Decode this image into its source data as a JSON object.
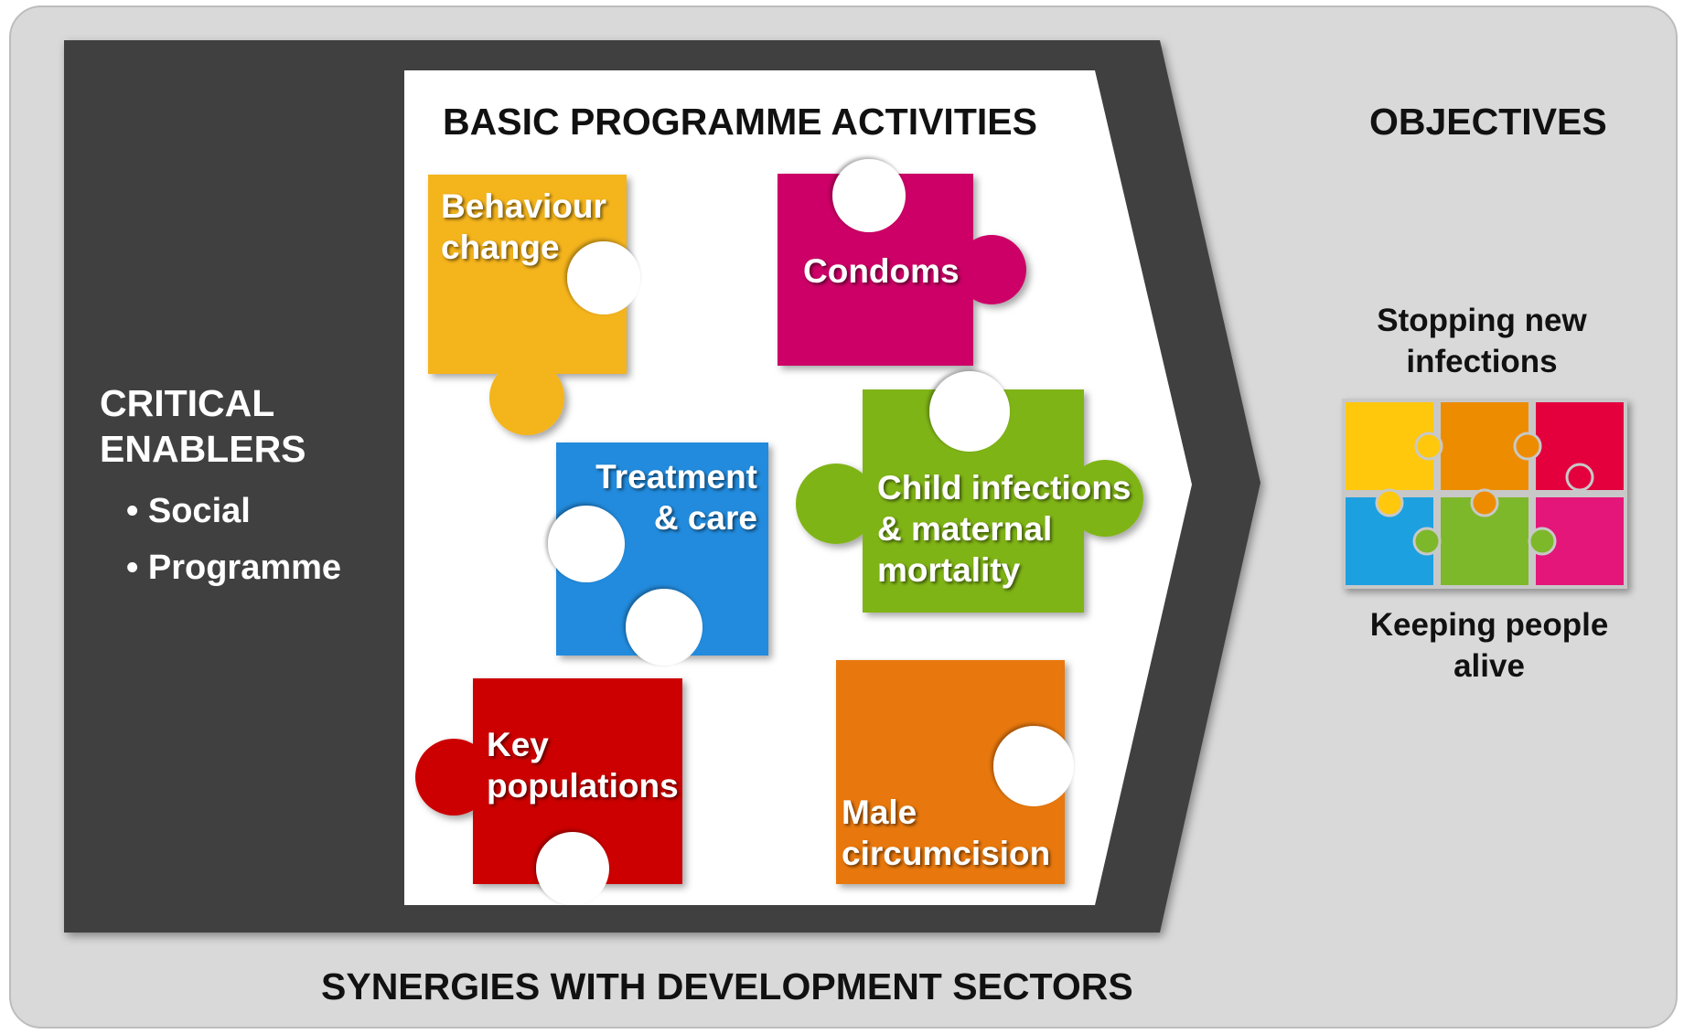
{
  "critical_enablers": {
    "title": "CRITICAL\nENABLERS",
    "items": [
      "Social",
      "Programme"
    ]
  },
  "basic_activities": {
    "heading": "BASIC PROGRAMME ACTIVITIES",
    "pieces": [
      {
        "label": "Behaviour\nchange",
        "color": "#F4B41C"
      },
      {
        "label": "Condoms",
        "color": "#CC0066"
      },
      {
        "label": "Treatment\n& care",
        "color": "#218BDD"
      },
      {
        "label": "Child infections\n& maternal\nmortality",
        "color": "#7FB414"
      },
      {
        "label": "Key\npopulations",
        "color": "#CC0000"
      },
      {
        "label": "Male\ncircumcision",
        "color": "#E8780A"
      }
    ]
  },
  "objectives": {
    "heading": "OBJECTIVES",
    "stopping": "Stopping new\ninfections",
    "keeping": "Keeping people\nalive",
    "mini_colors": [
      "#FFC80A",
      "#EE8C00",
      "#E4003C",
      "#1AA0E0",
      "#7DB82A",
      "#E4147A"
    ]
  },
  "synergies": {
    "label": "SYNERGIES WITH DEVELOPMENT SECTORS"
  },
  "colors": {
    "outer_panel": "#D9D9D9",
    "dark_arrow": "#404040",
    "white_panel": "#FFFFFF"
  }
}
